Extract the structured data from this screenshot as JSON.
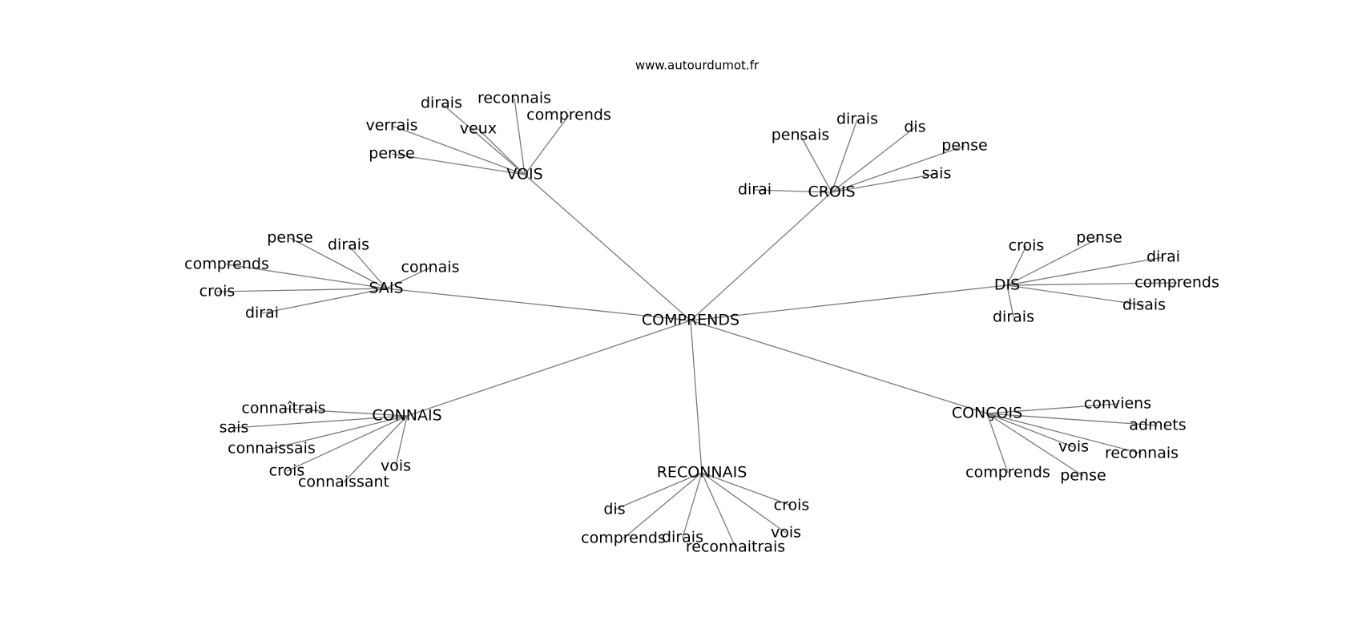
{
  "watermark": "www.autourdumot.fr",
  "center": "COMPRENDS",
  "clusters": [
    {
      "hub": "VOIS",
      "leaves": [
        "dirais",
        "reconnais",
        "comprends",
        "veux",
        "verrais",
        "pense"
      ]
    },
    {
      "hub": "CROIS",
      "leaves": [
        "pensais",
        "dirais",
        "dis",
        "pense",
        "sais",
        "dirai"
      ]
    },
    {
      "hub": "SAIS",
      "leaves": [
        "pense",
        "dirais",
        "connais",
        "comprends",
        "crois",
        "dirai"
      ]
    },
    {
      "hub": "DIS",
      "leaves": [
        "crois",
        "pense",
        "dirai",
        "comprends",
        "disais",
        "dirais"
      ]
    },
    {
      "hub": "CONNAIS",
      "leaves": [
        "connaîtrais",
        "sais",
        "connaissais",
        "crois",
        "connaissant",
        "vois"
      ]
    },
    {
      "hub": "RECONNAIS",
      "leaves": [
        "dis",
        "comprends",
        "dirais",
        "reconnaitrais",
        "vois",
        "crois"
      ]
    },
    {
      "hub": "CONÇOIS",
      "leaves": [
        "conviens",
        "admets",
        "reconnais",
        "vois",
        "pense",
        "comprends"
      ]
    }
  ],
  "colors": {
    "edge": "#7a7a7a",
    "text": "#000000",
    "background": "#ffffff"
  }
}
